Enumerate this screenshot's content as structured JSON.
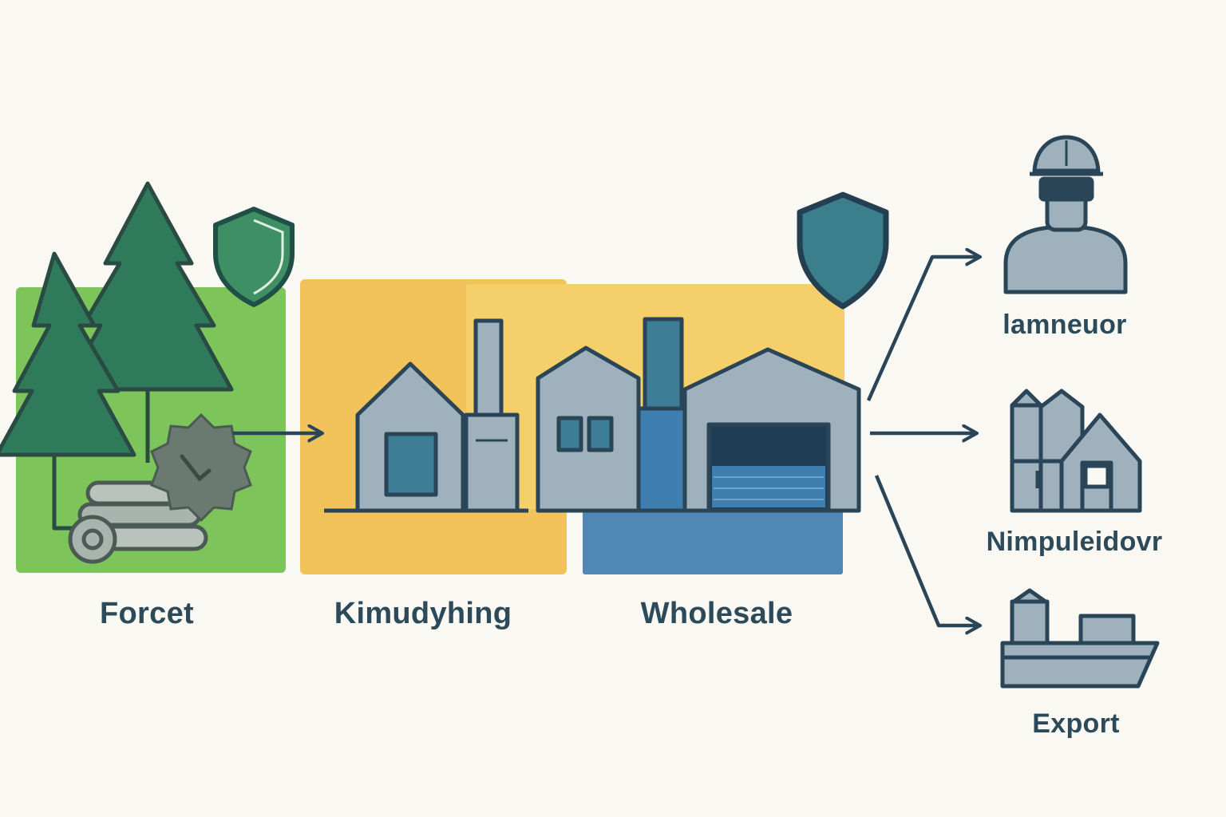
{
  "stages": [
    {
      "id": "forest",
      "label": "Forcet"
    },
    {
      "id": "manufacturing",
      "label": "Kimudyhing"
    },
    {
      "id": "wholesale",
      "label": "Wholesale"
    }
  ],
  "destinations": [
    {
      "id": "consumer",
      "label": "lamneuor"
    },
    {
      "id": "retail",
      "label": "Nimpuleidovr"
    },
    {
      "id": "export",
      "label": "Export"
    }
  ],
  "colors": {
    "background": "#f9f8f3",
    "forest_block": "#7dc45a",
    "manufacturing_block": "#f1c35a",
    "wholesale_block": "#f5cf6a",
    "wholesale_base": "#4f87b5",
    "tree": "#2f7a5a",
    "building": "#9fb1bd",
    "outline": "#2a4557",
    "shield_green": "#3f8f64",
    "shield_teal": "#3b7f8c"
  },
  "icons": [
    "tree-icon",
    "saw-blade-icon",
    "log-pile-icon",
    "shield-icon",
    "factory-icon",
    "warehouse-icon",
    "worker-icon",
    "buildings-icon",
    "ship-icon",
    "arrow-icon"
  ]
}
